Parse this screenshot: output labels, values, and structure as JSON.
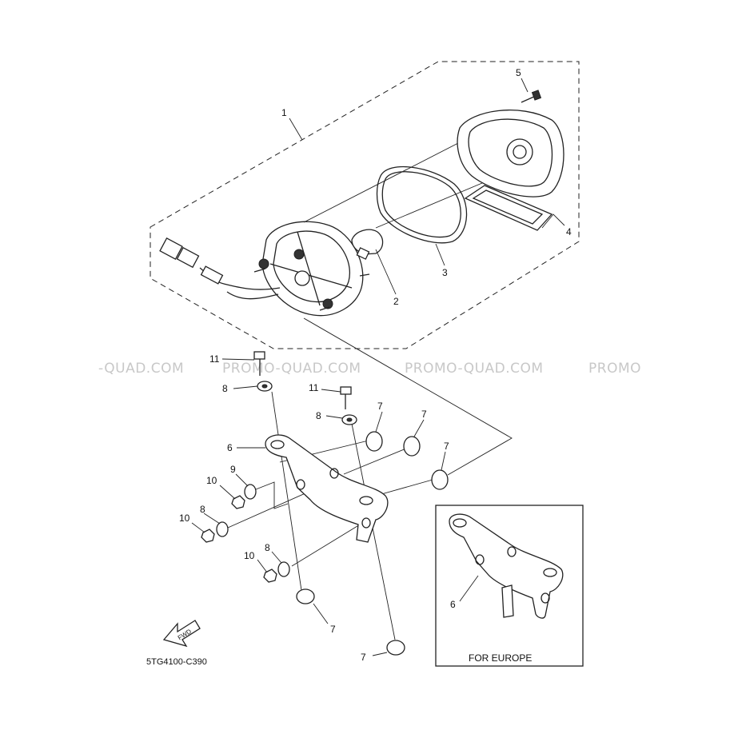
{
  "watermark": {
    "w1": "-QUAD.COM",
    "w2": "PROMO-QUAD.COM",
    "w3": "PROMO-QUAD.COM",
    "w4": "PROMO"
  },
  "callouts": {
    "c1": "1",
    "c2": "2",
    "c3": "3",
    "c4": "4",
    "c5": "5",
    "c6": "6",
    "c6b": "6",
    "c7a": "7",
    "c7b": "7",
    "c7c": "7",
    "c7d": "7",
    "c7e": "7",
    "c8a": "8",
    "c8b": "8",
    "c8c": "8",
    "c8d": "8",
    "c9": "9",
    "c10a": "10",
    "c10b": "10",
    "c10c": "10",
    "c11a": "11",
    "c11b": "11"
  },
  "inset": {
    "caption": "FOR EUROPE"
  },
  "fwd_arrow_label": "FWD",
  "diagram_code": "5TG4100-C390"
}
